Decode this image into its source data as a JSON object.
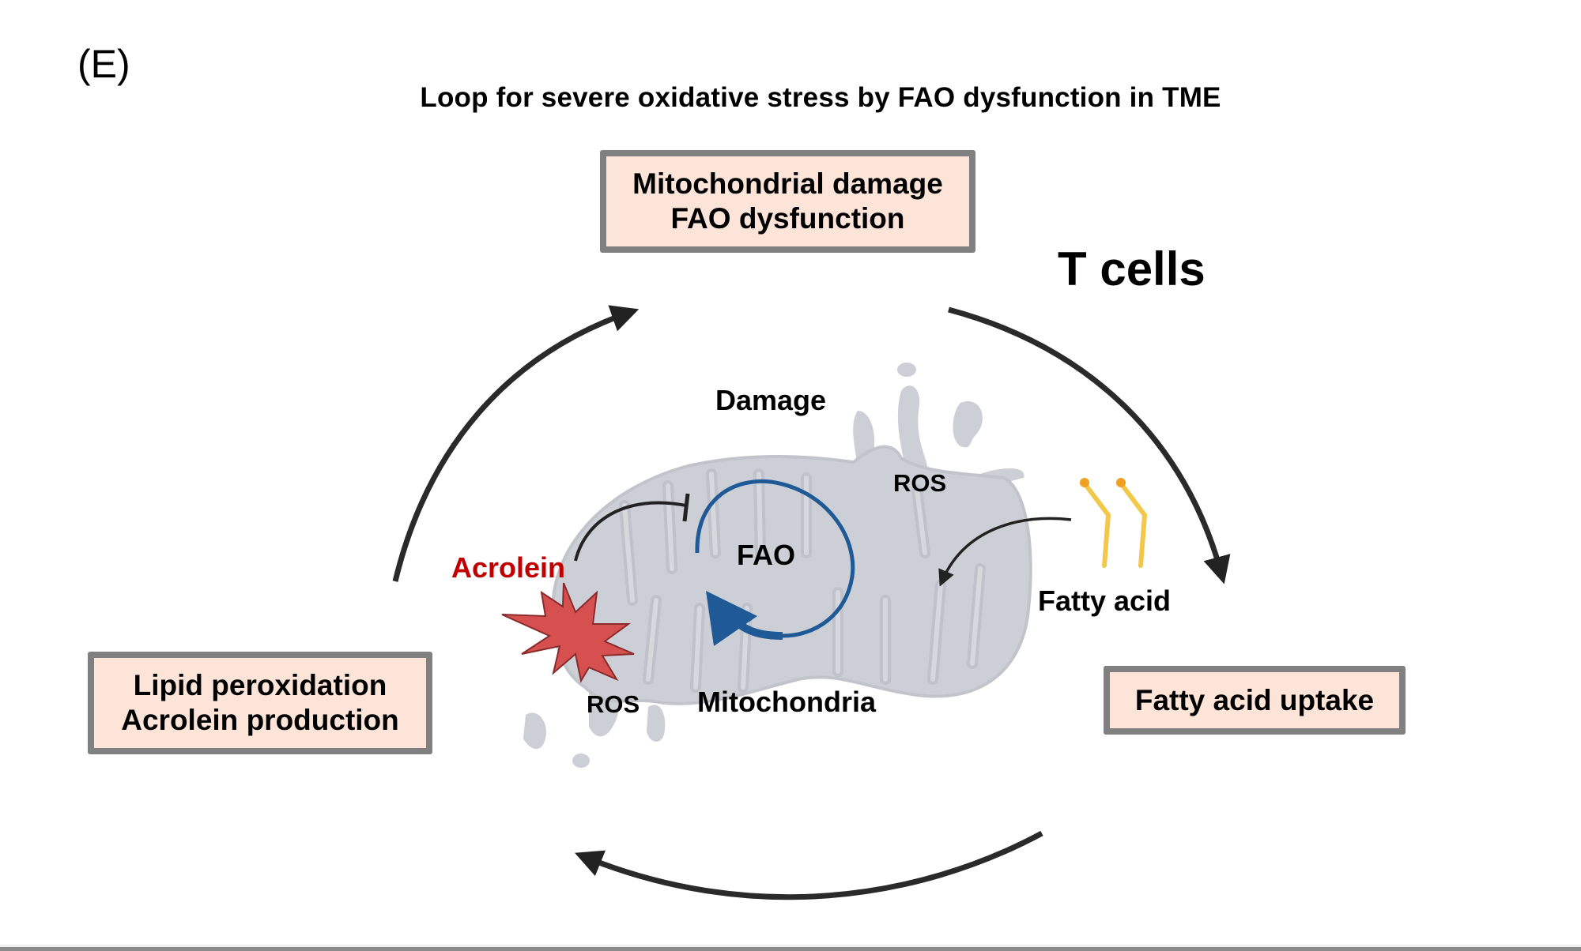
{
  "panel_label": "(E)",
  "title": "Loop for severe oxidative stress by FAO dysfunction in TME",
  "cell_type_label": "T cells",
  "boxes": {
    "top": {
      "line1": "Mitochondrial damage",
      "line2": "FAO dysfunction"
    },
    "left": {
      "line1": "Lipid peroxidation",
      "line2": "Acrolein production"
    },
    "right": {
      "line1": "Fatty acid uptake"
    }
  },
  "labels": {
    "damage": "Damage",
    "ros_upper": "ROS",
    "ros_lower": "ROS",
    "fao": "FAO",
    "acrolein": "Acrolein",
    "fatty_acid": "Fatty acid",
    "mitochondria": "Mitochondria"
  },
  "colors": {
    "box_fill": "#fce4d8",
    "box_border": "#808080",
    "acrolein_text": "#c00000",
    "burst_fill": "#d65050",
    "fao_cycle": "#1f5a96",
    "mitochondria_fill": "#cdcfd6",
    "fatty_acid_tail": "#f2c84b",
    "fatty_acid_head": "#f0a020",
    "arrow": "#222222"
  }
}
